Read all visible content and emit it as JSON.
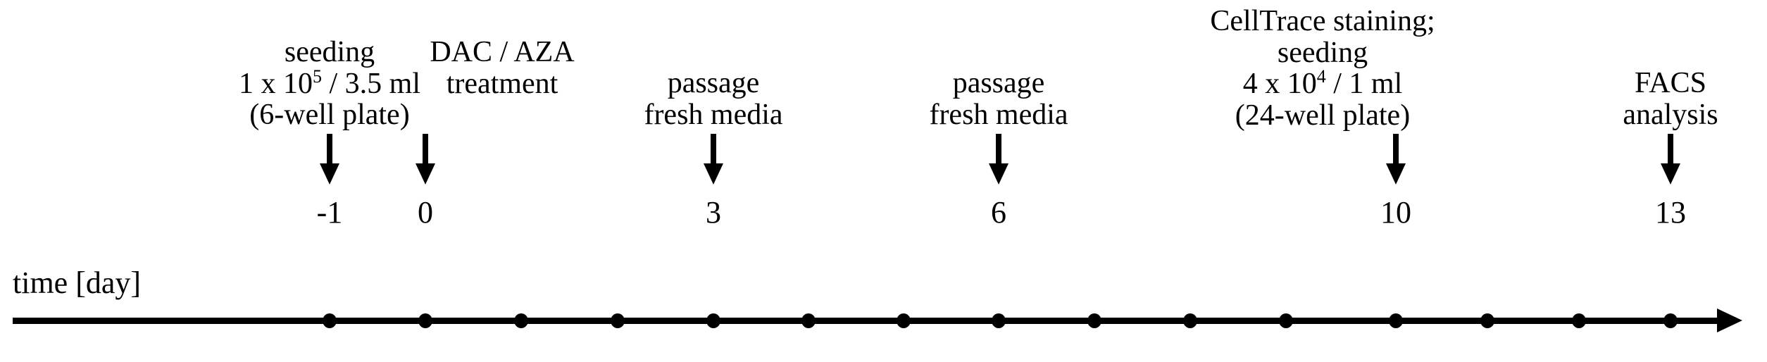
{
  "figure": {
    "type": "experimental-timeline",
    "axis_caption": "time [day]",
    "axis": {
      "line_color": "#000000",
      "has_end_arrow": true,
      "tick_days": [
        -1,
        0,
        1,
        2,
        3,
        4,
        5,
        6,
        7,
        8,
        9,
        10,
        11,
        12,
        13
      ],
      "labeled_days": [
        "-1",
        "0",
        "3",
        "6",
        "10",
        "13"
      ]
    },
    "events": [
      {
        "day": "-1",
        "lines": [
          "seeding",
          "1 x 10^5 / 3.5 ml",
          "(6-well plate)"
        ],
        "line1": "seeding",
        "line2_pre": "1 x 10",
        "line2_sup": "5",
        "line2_post": " / 3.5 ml",
        "line3": "(6-well plate)",
        "has_arrow": true
      },
      {
        "day": "0",
        "lines": [
          "DAC / AZA",
          "treatment"
        ],
        "line1": "DAC / AZA",
        "line2": "treatment",
        "has_arrow": true
      },
      {
        "day": "3",
        "lines": [
          "passage",
          "fresh media"
        ],
        "line1": "passage",
        "line2": "fresh media",
        "has_arrow": true
      },
      {
        "day": "6",
        "lines": [
          "passage",
          "fresh media"
        ],
        "line1": "passage",
        "line2": "fresh media",
        "has_arrow": true
      },
      {
        "day": "10",
        "lines": [
          "CellTrace staining;",
          "seeding",
          "4 x 10^4 / 1 ml",
          "(24-well plate)"
        ],
        "line1": "CellTrace staining;",
        "line2": "seeding",
        "line3_pre": "4 x 10",
        "line3_sup": "4",
        "line3_post": " / 1 ml",
        "line4": "(24-well plate)",
        "has_arrow": true
      },
      {
        "day": "13",
        "lines": [
          "FACS",
          "analysis"
        ],
        "line1": "FACS",
        "line2": "analysis",
        "has_arrow": true
      }
    ]
  }
}
